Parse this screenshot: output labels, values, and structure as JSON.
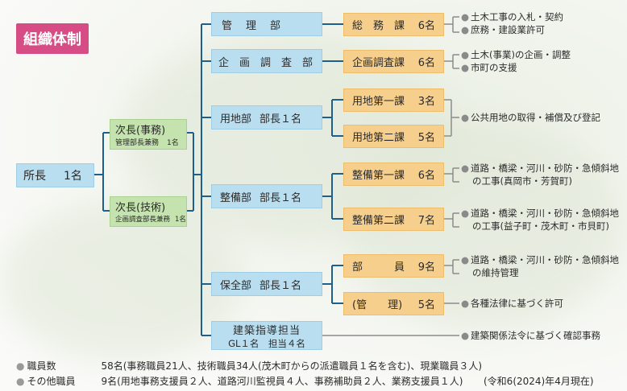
{
  "title": "組織体制",
  "head": {
    "label": "所長",
    "count": "1名"
  },
  "deputies": [
    {
      "title": "次長(事務)",
      "sub": "管理部長兼務",
      "count": "1名"
    },
    {
      "title": "次長(技術)",
      "sub": "企画調査部長兼務",
      "count": "1名"
    }
  ],
  "departments": [
    {
      "name": "管　理　部",
      "sub": ""
    },
    {
      "name": "企　画　調　査　部",
      "sub": ""
    },
    {
      "name": "用地部",
      "sub": "部長１名"
    },
    {
      "name": "整備部",
      "sub": "部長１名"
    },
    {
      "name": "保全部",
      "sub": "部長１名"
    },
    {
      "name": "建築指導担当",
      "sub": "GL１名　担当４名"
    }
  ],
  "sections": [
    {
      "name": "総　務　課",
      "count": "6名"
    },
    {
      "name": "企画調査課",
      "count": "6名"
    },
    {
      "name": "用地第一課",
      "count": "3名"
    },
    {
      "name": "用地第二課",
      "count": "5名"
    },
    {
      "name": "整備第一課",
      "count": "6名"
    },
    {
      "name": "整備第二課",
      "count": "7名"
    },
    {
      "name": "部　　　員",
      "count": "9名"
    },
    {
      "name": "(管　　理)",
      "count": "5名"
    }
  ],
  "duties": [
    [
      "土木工事の入札・契約",
      "庶務・建設業許可"
    ],
    [
      "土木(事業)の企画・調整",
      "市町の支援"
    ],
    [
      "公共用地の取得・補償及び登記"
    ],
    [
      "道路・橋梁・河川・砂防・急傾斜地",
      "の工事(真岡市・芳賀町)"
    ],
    [
      "道路・橋梁・河川・砂防・急傾斜地",
      "の工事(益子町・茂木町・市貝町)"
    ],
    [
      "道路・橋梁・河川・砂防・急傾斜地",
      "の維持管理"
    ],
    [
      "各種法律に基づく許可"
    ],
    [
      "建築関係法令に基づく確認事務"
    ]
  ],
  "footer": [
    {
      "label": "職員数",
      "value": "58名(事務職員21人、技術職員34人(茂木町からの派遣職員１名を含む)、現業職員３人)"
    },
    {
      "label": "その他職員",
      "value": "9名(用地事務支援員２人、道路河川監視員４人、事務補助員２人、業務支援員１人)"
    }
  ],
  "as_of": "(令和6(2024)年4月現在)",
  "colors": {
    "title_bg": "#d64d86",
    "head": "#b9def0",
    "deputy": "#c4e3ae",
    "dept": "#b9def0",
    "section": "#f7cf8c",
    "line": "#1f5f8b",
    "duty_line": "#8c8c8c"
  },
  "icons": {
    "bullet": "●"
  }
}
